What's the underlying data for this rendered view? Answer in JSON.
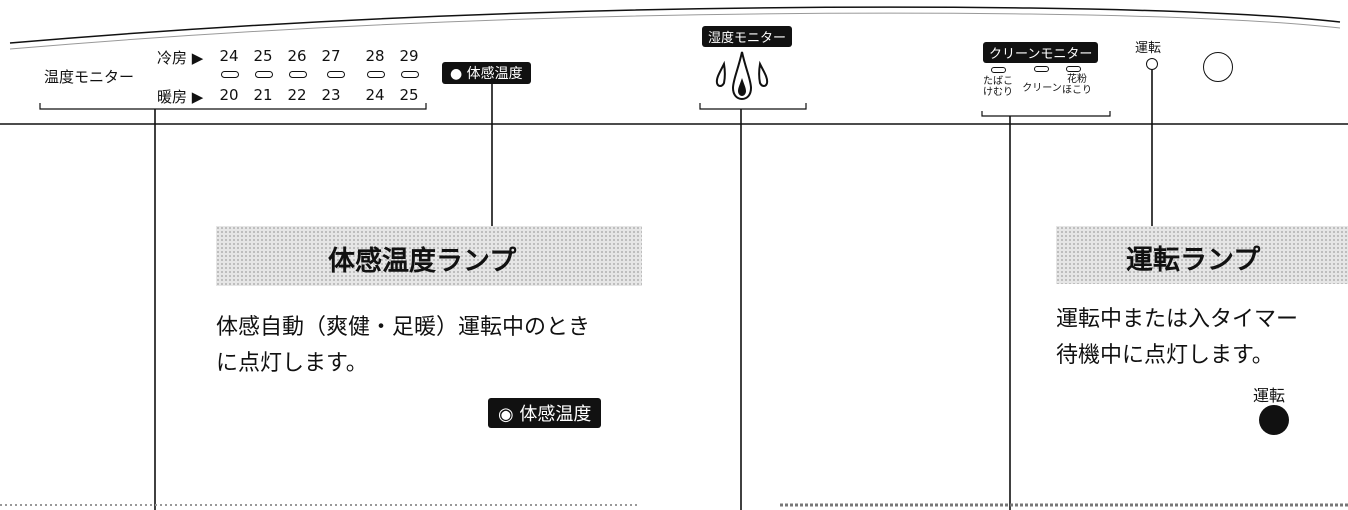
{
  "panel": {
    "temp_monitor_label": "温度モニター",
    "cool_label": "冷房 ▶",
    "heat_label": "暖房 ▶",
    "cool_values": [
      "24",
      "25",
      "26",
      "27",
      "28",
      "29"
    ],
    "heat_values": [
      "20",
      "21",
      "22",
      "23",
      "24",
      "25"
    ],
    "taikan_badge": "● 体感温度",
    "humidity_badge": "湿度モニター",
    "clean_badge": "クリーンモニター",
    "clean_items": [
      "たばこ\nけむり",
      "クリーン",
      "花粉\nほこり"
    ],
    "run_label": "運転"
  },
  "callouts": {
    "taikan": {
      "title": "体感温度ランプ",
      "body_line1": "体感自動（爽健・足暖）運転中のとき",
      "body_line2": "に点灯します。",
      "badge": "◉ 体感温度"
    },
    "run": {
      "title": "運転ランプ",
      "body_line1": "運転中または入タイマー",
      "body_line2": "待機中に点灯します。",
      "lamp_label": "運転"
    }
  }
}
